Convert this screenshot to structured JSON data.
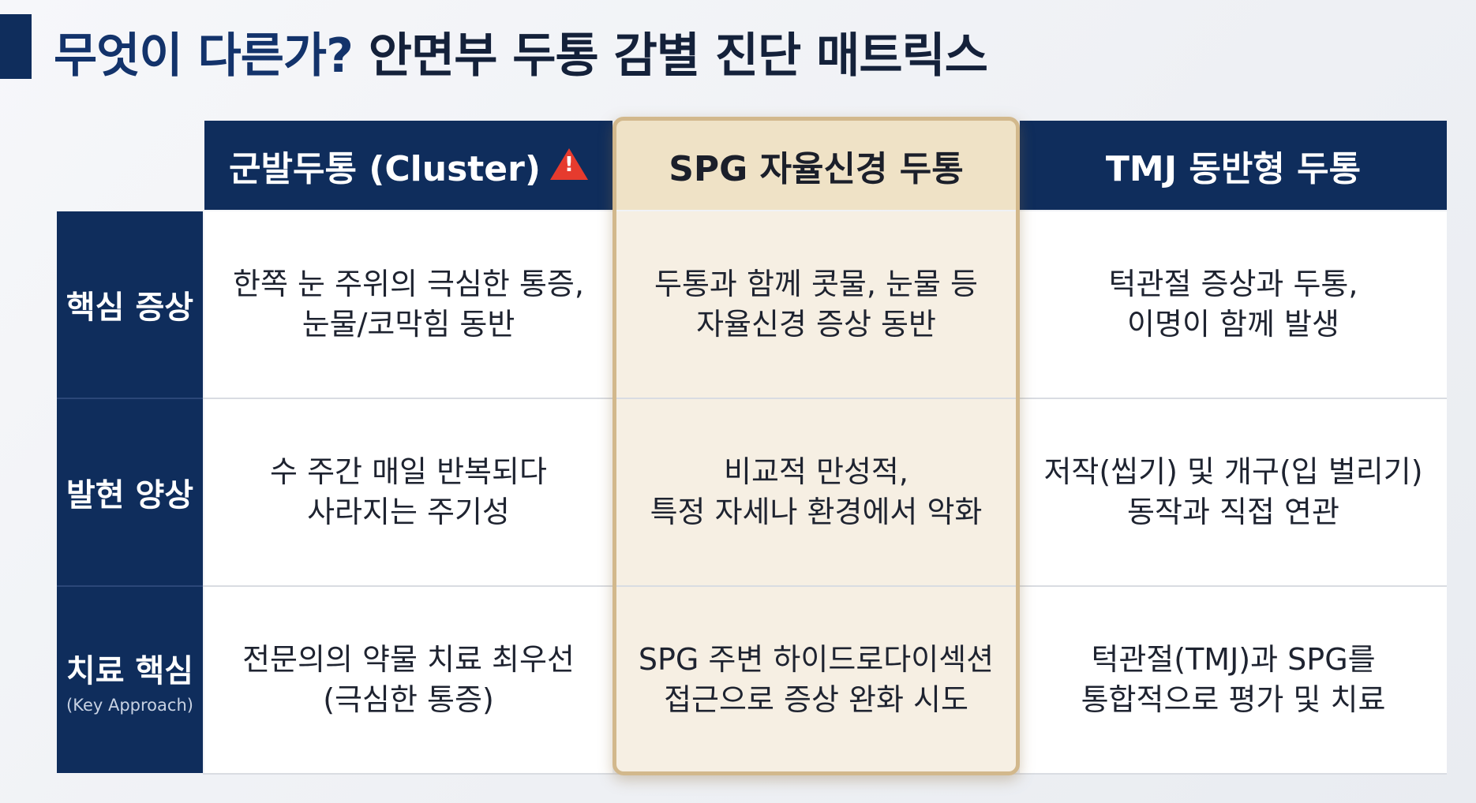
{
  "title": {
    "part1": "무엇이 다른가?",
    "part2": " 안면부 두통 감별 진단 매트릭스"
  },
  "columns": [
    {
      "label": "군발두통 (Cluster)",
      "icon": "warning-icon"
    },
    {
      "label": "SPG 자율신경 두통"
    },
    {
      "label": "TMJ 동반형 두통"
    }
  ],
  "rows": [
    {
      "label": "핵심 증상",
      "sub": "",
      "cells": [
        "한쪽 눈 주위의 극심한 통증,\n눈물/코막힘 동반",
        "두통과 함께 콧물, 눈물 등\n자율신경 증상 동반",
        "턱관절 증상과 두통,\n이명이 함께 발생"
      ]
    },
    {
      "label": "발현 양상",
      "sub": "",
      "cells": [
        "수 주간 매일 반복되다\n사라지는 주기성",
        "비교적 만성적,\n특정 자세나 환경에서 악화",
        "저작(씹기) 및 개구(입 벌리기)\n동작과 직접 연관"
      ]
    },
    {
      "label": "치료 핵심",
      "sub": "(Key Approach)",
      "cells": [
        "전문의의 약물 치료 최우선\n(극심한 통증)",
        "SPG 주변 하이드로다이섹션\n접근으로 증상 완화 시도",
        "턱관절(TMJ)과 SPG를\n통합적으로 평가 및 치료"
      ]
    }
  ],
  "colors": {
    "navy": "#0f2d5c",
    "highlight_bg": "#f6efe3",
    "highlight_border": "#d2b88c",
    "warning": "#e63b2e"
  }
}
